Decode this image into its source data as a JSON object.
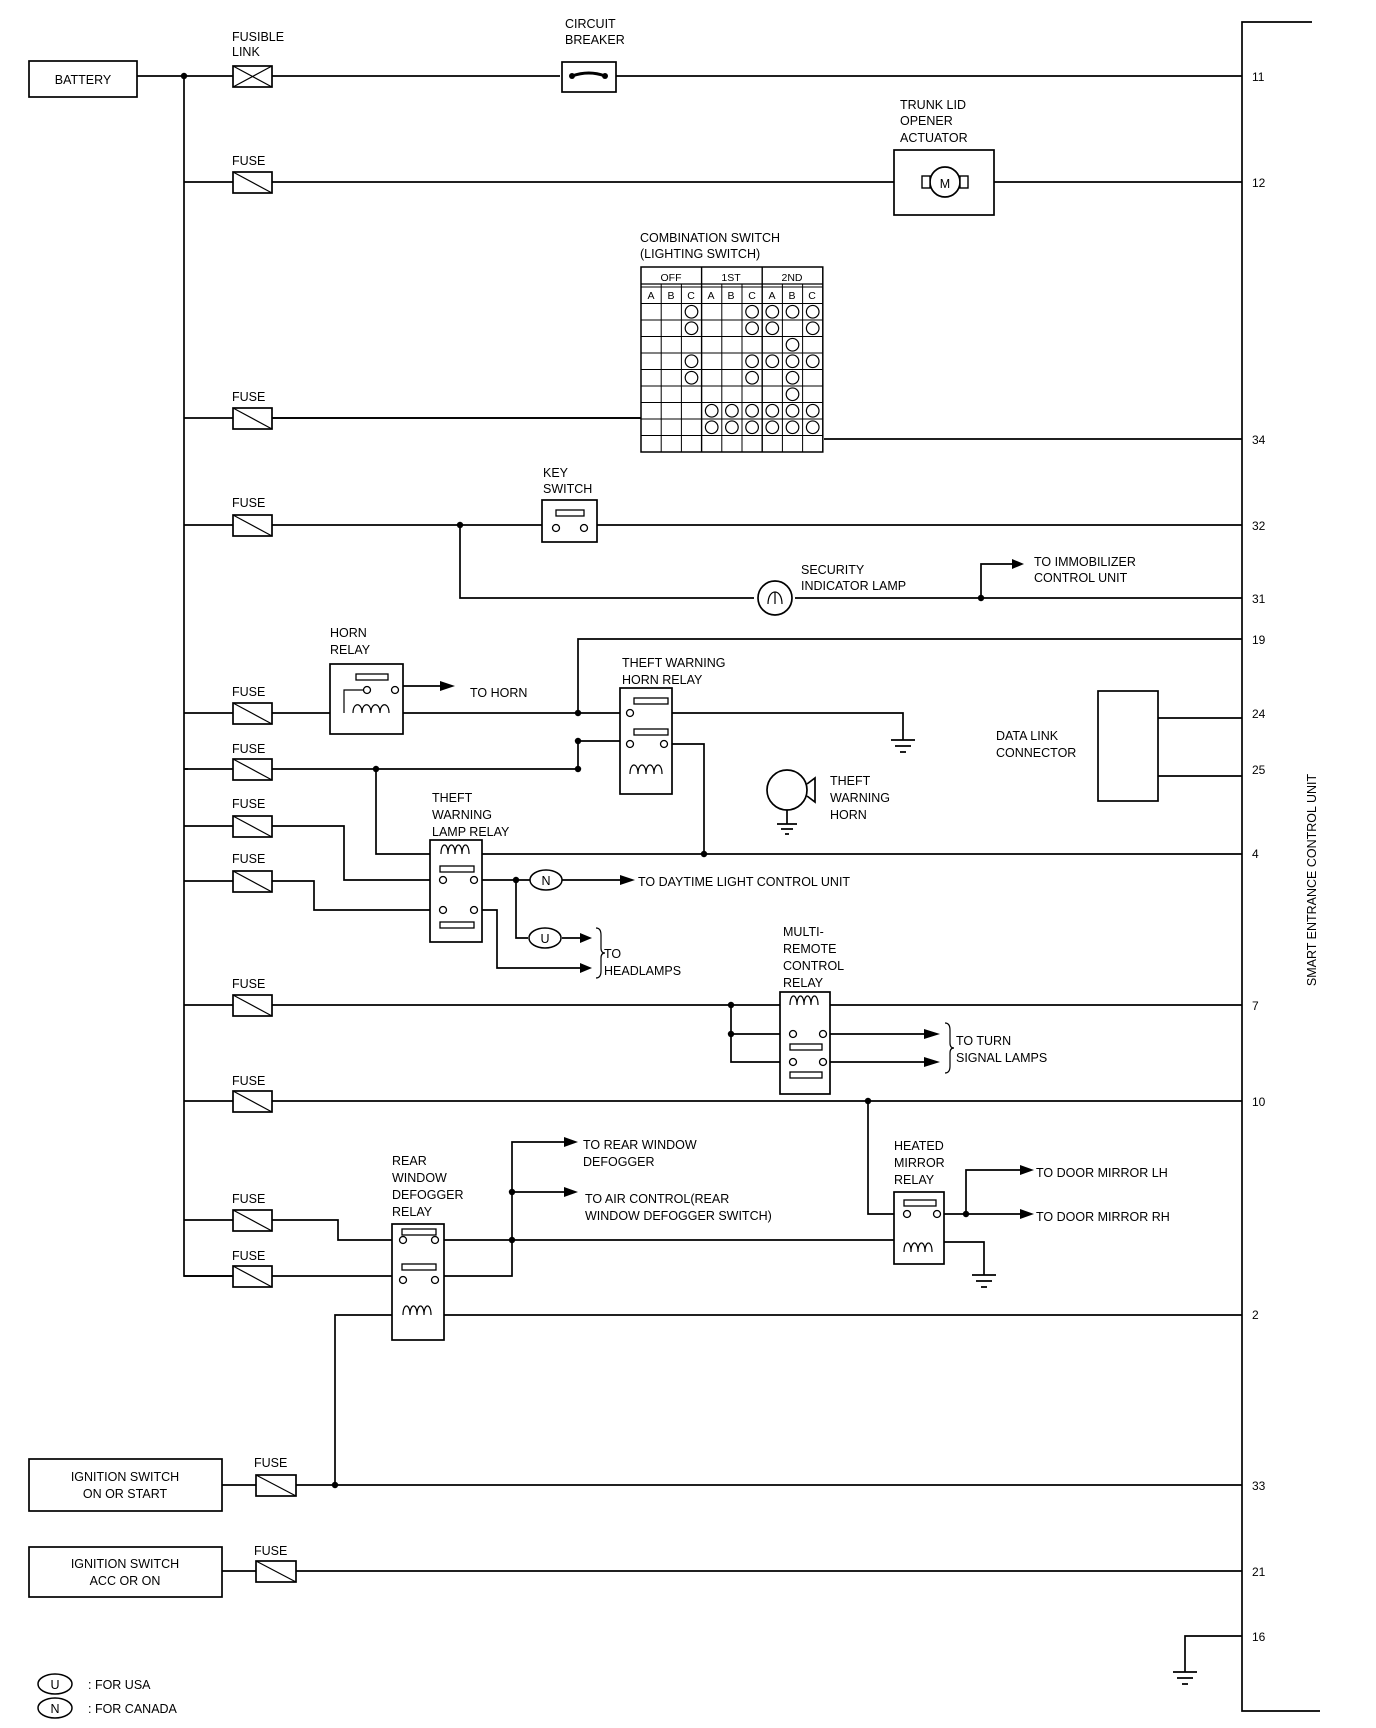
{
  "labels": {
    "battery": "BATTERY",
    "fusible_link": [
      "FUSIBLE",
      "LINK"
    ],
    "circuit_breaker": [
      "CIRCUIT",
      "BREAKER"
    ],
    "trunk_lid": [
      "TRUNK LID",
      "OPENER",
      "ACTUATOR"
    ],
    "motor": "M",
    "fuse": "FUSE",
    "combination_switch": [
      "COMBINATION SWITCH",
      "(LIGHTING SWITCH)"
    ],
    "key_switch": [
      "KEY",
      "SWITCH"
    ],
    "security_lamp": [
      "SECURITY",
      "INDICATOR LAMP"
    ],
    "to_immobilizer": [
      "TO IMMOBILIZER",
      "CONTROL UNIT"
    ],
    "horn_relay": [
      "HORN",
      "RELAY"
    ],
    "to_horn": "TO HORN",
    "theft_horn_relay": [
      "THEFT WARNING",
      "HORN RELAY"
    ],
    "data_link": [
      "DATA LINK",
      "CONNECTOR"
    ],
    "theft_horn": [
      "THEFT",
      "WARNING",
      "HORN"
    ],
    "theft_lamp_relay": [
      "THEFT",
      "WARNING",
      "LAMP RELAY"
    ],
    "to_daytime": "TO DAYTIME LIGHT CONTROL UNIT",
    "to_headlamps": [
      "TO",
      "HEADLAMPS"
    ],
    "multi_remote": [
      "MULTI-",
      "REMOTE",
      "CONTROL",
      "RELAY"
    ],
    "to_turn": [
      "TO TURN",
      "SIGNAL LAMPS"
    ],
    "rear_defogger_relay": [
      "REAR",
      "WINDOW",
      "DEFOGGER",
      "RELAY"
    ],
    "to_rear_window": [
      "TO REAR WINDOW",
      "DEFOGGER"
    ],
    "to_air_control": [
      "TO AIR CONTROL(REAR",
      "WINDOW DEFOGGER SWITCH)"
    ],
    "heated_mirror_relay": [
      "HEATED",
      "MIRROR",
      "RELAY"
    ],
    "to_mirror_lh": "TO DOOR MIRROR LH",
    "to_mirror_rh": "TO DOOR MIRROR RH",
    "ign_on_start": [
      "IGNITION SWITCH",
      "ON OR START"
    ],
    "ign_acc_on": [
      "IGNITION SWITCH",
      "ACC OR ON"
    ],
    "control_unit": "SMART ENTRANCE CONTROL UNIT",
    "usa_symbol": "U",
    "canada_symbol": "N",
    "legend_usa": ": FOR USA",
    "legend_canada": ": FOR CANADA"
  },
  "switch_table": {
    "groups": [
      "OFF",
      "1ST",
      "2ND"
    ],
    "cols": [
      "A",
      "B",
      "C",
      "A",
      "B",
      "C",
      "A",
      "B",
      "C"
    ]
  },
  "pins": {
    "p11": "11",
    "p12": "12",
    "p34": "34",
    "p32": "32",
    "p31": "31",
    "p19": "19",
    "p24": "24",
    "p25": "25",
    "p4": "4",
    "p7": "7",
    "p10": "10",
    "p2": "2",
    "p33": "33",
    "p21": "21",
    "p16": "16"
  }
}
